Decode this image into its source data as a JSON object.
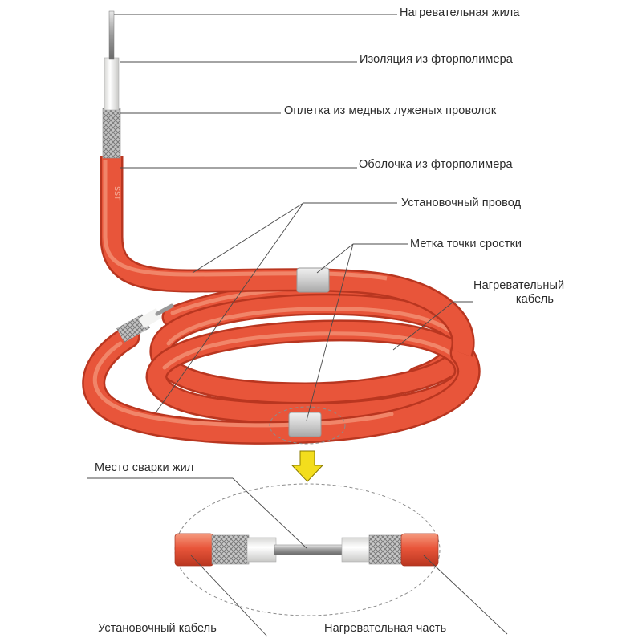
{
  "labels": {
    "heating_core": "Нагревательная жила",
    "insulation": "Изоляция из фторполимера",
    "braid": "Оплетка из медных луженых проволок",
    "sheath": "Оболочка из фторполимера",
    "install_wire": "Установочный провод",
    "splice_mark": "Метка точки сростки",
    "heating_cable_line1": "Нагревательный",
    "heating_cable_line2": "кабель",
    "weld_point": "Место сварки жил",
    "install_cable": "Установочный кабель",
    "heating_part": "Нагревательная часть"
  },
  "print_mark": "SST",
  "colors": {
    "sheath": "#e8553a",
    "sheath_dark": "#b93620",
    "sheath_light": "#f59a7e",
    "insulation": "#f4f4f2",
    "braid": "#b9b9b9",
    "core": "#8a8a8a",
    "splice_band": "#d9d9d9",
    "arrow": "#f3dd1d",
    "leader": "#4a4a4a",
    "ellipse": "#8c8c8c"
  },
  "icons": {
    "down_arrow": "down-arrow-icon"
  }
}
